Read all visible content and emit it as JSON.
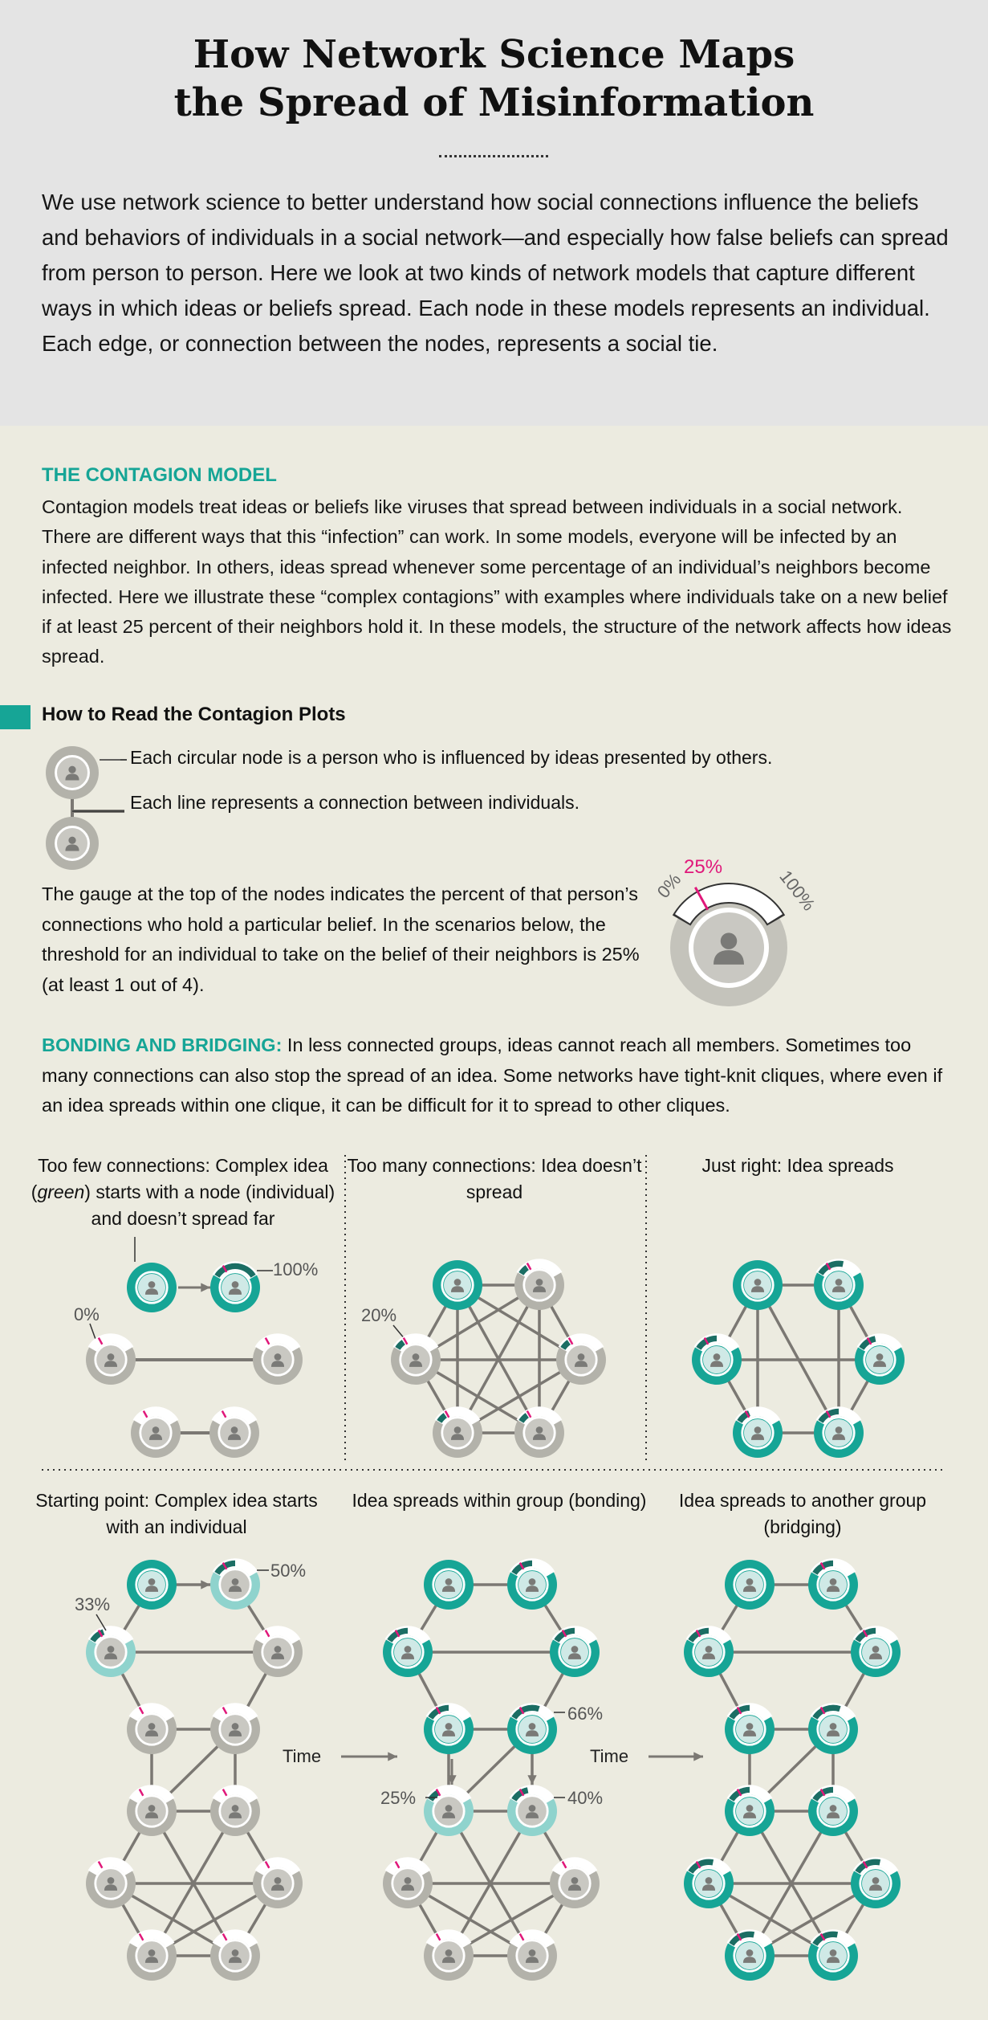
{
  "title": {
    "line1": "How Network Science Maps",
    "line2": "the Spread of Misinformation"
  },
  "intro": "We use network science to better understand how social connections influence the beliefs and behaviors of individuals in a social network—and especially how false beliefs can spread from person to person. Here we look at two kinds of network models that capture different ways in which ideas or beliefs spread. Each node in these models represents an individual. Each edge, or connection between the nodes, represents a social tie.",
  "contagion": {
    "heading": "THE CONTAGION MODEL",
    "text": "Contagion models treat ideas or beliefs like viruses that spread between individuals in a social network. There are different ways that this “infection” can work. In some models, everyone will be infected by an infected neighbor. In others, ideas spread whenever some percentage of an individual’s neighbors become infected. Here we illustrate these “complex contagions” with examples where individuals take on a new belief if at least 25 percent of their neighbors hold it. In these models, the structure of the network affects how ideas spread."
  },
  "howto": {
    "heading": "How to Read the Contagion Plots",
    "node_note": "Each circular node is a person who is influenced by ideas presented by others.",
    "line_note": "Each line represents a connection between individuals.",
    "gauge_text": "The gauge at the top of the nodes indicates the percent of that person’s connections who hold a particular belief. In the scenarios below, the threshold for an individual to take on the belief of their neighbors is 25% (at least 1 out of 4).",
    "gauge_labels": {
      "min": "0%",
      "threshold": "25%",
      "max": "100%"
    }
  },
  "bonding": {
    "label": "BONDING AND BRIDGING:",
    "text": " In less connected groups, ideas cannot reach all members. Sometimes too many connections can also stop the spread of an idea. Some networks have tight-knit cliques, where even if an idea spreads within one clique, it can be difficult for it to spread to other cliques."
  },
  "panels_top": [
    {
      "caption_pre": "Too few connections: Complex idea (",
      "caption_em": "green",
      "caption_post": ") starts with a node (individual) and doesn’t spread far",
      "labels": [
        "100%",
        "0%"
      ]
    },
    {
      "caption": "Too many connections: Idea doesn’t spread",
      "labels": [
        "20%"
      ]
    },
    {
      "caption": "Just right: Idea spreads"
    }
  ],
  "panels_bottom": [
    {
      "caption": "Starting point: Complex idea starts with an individual",
      "labels": [
        "50%",
        "33%"
      ]
    },
    {
      "caption": "Idea spreads within group (bonding)",
      "labels": [
        "66%",
        "25%",
        "40%"
      ]
    },
    {
      "caption": "Idea spreads to another group (bridging)"
    }
  ],
  "time_label": "Time",
  "colors": {
    "teal": "#16a596",
    "light_teal": "#8fd3cd",
    "grey": "#b3b2aa",
    "pink": "#e0187a",
    "edge": "#7b7873",
    "accent_head": "#16a596"
  }
}
